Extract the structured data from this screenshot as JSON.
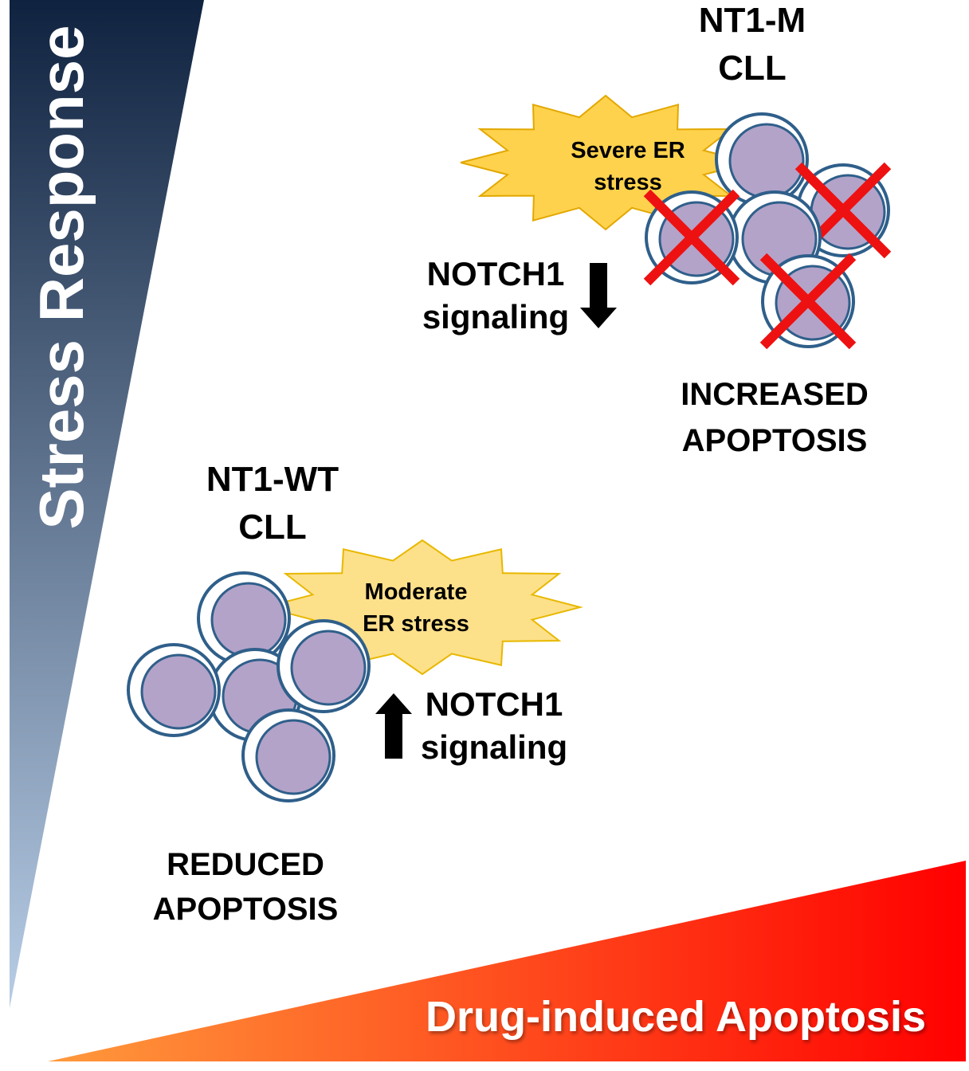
{
  "axes": {
    "vertical_label": "Stress Response",
    "horizontal_label": "Drug-induced Apoptosis",
    "vertical_gradient": [
      "#0f2340",
      "#b8cde6"
    ],
    "horizontal_gradient": [
      "#ff9a3c",
      "#ff0000"
    ]
  },
  "mutant": {
    "title_line1": "NT1-M",
    "title_line2": "CLL",
    "stress_line1": "Severe ER",
    "stress_line2": "stress",
    "signal_line1": "NOTCH1",
    "signal_line2": "signaling",
    "signal_direction": "down",
    "outcome_line1": "INCREASED",
    "outcome_line2": "APOPTOSIS",
    "burst_color": "#ffd24d"
  },
  "wildtype": {
    "title_line1": "NT1-WT",
    "title_line2": "CLL",
    "stress_line1": "Moderate",
    "stress_line2": "ER stress",
    "signal_line1": "NOTCH1",
    "signal_line2": "signaling",
    "signal_direction": "up",
    "outcome_line1": "REDUCED",
    "outcome_line2": "APOPTOSIS",
    "burst_color": "#fde08a"
  },
  "colors": {
    "cell_nucleus": "#b3a3c9",
    "cell_border": "#2f5f8a",
    "dead_mark": "#ee1111"
  }
}
